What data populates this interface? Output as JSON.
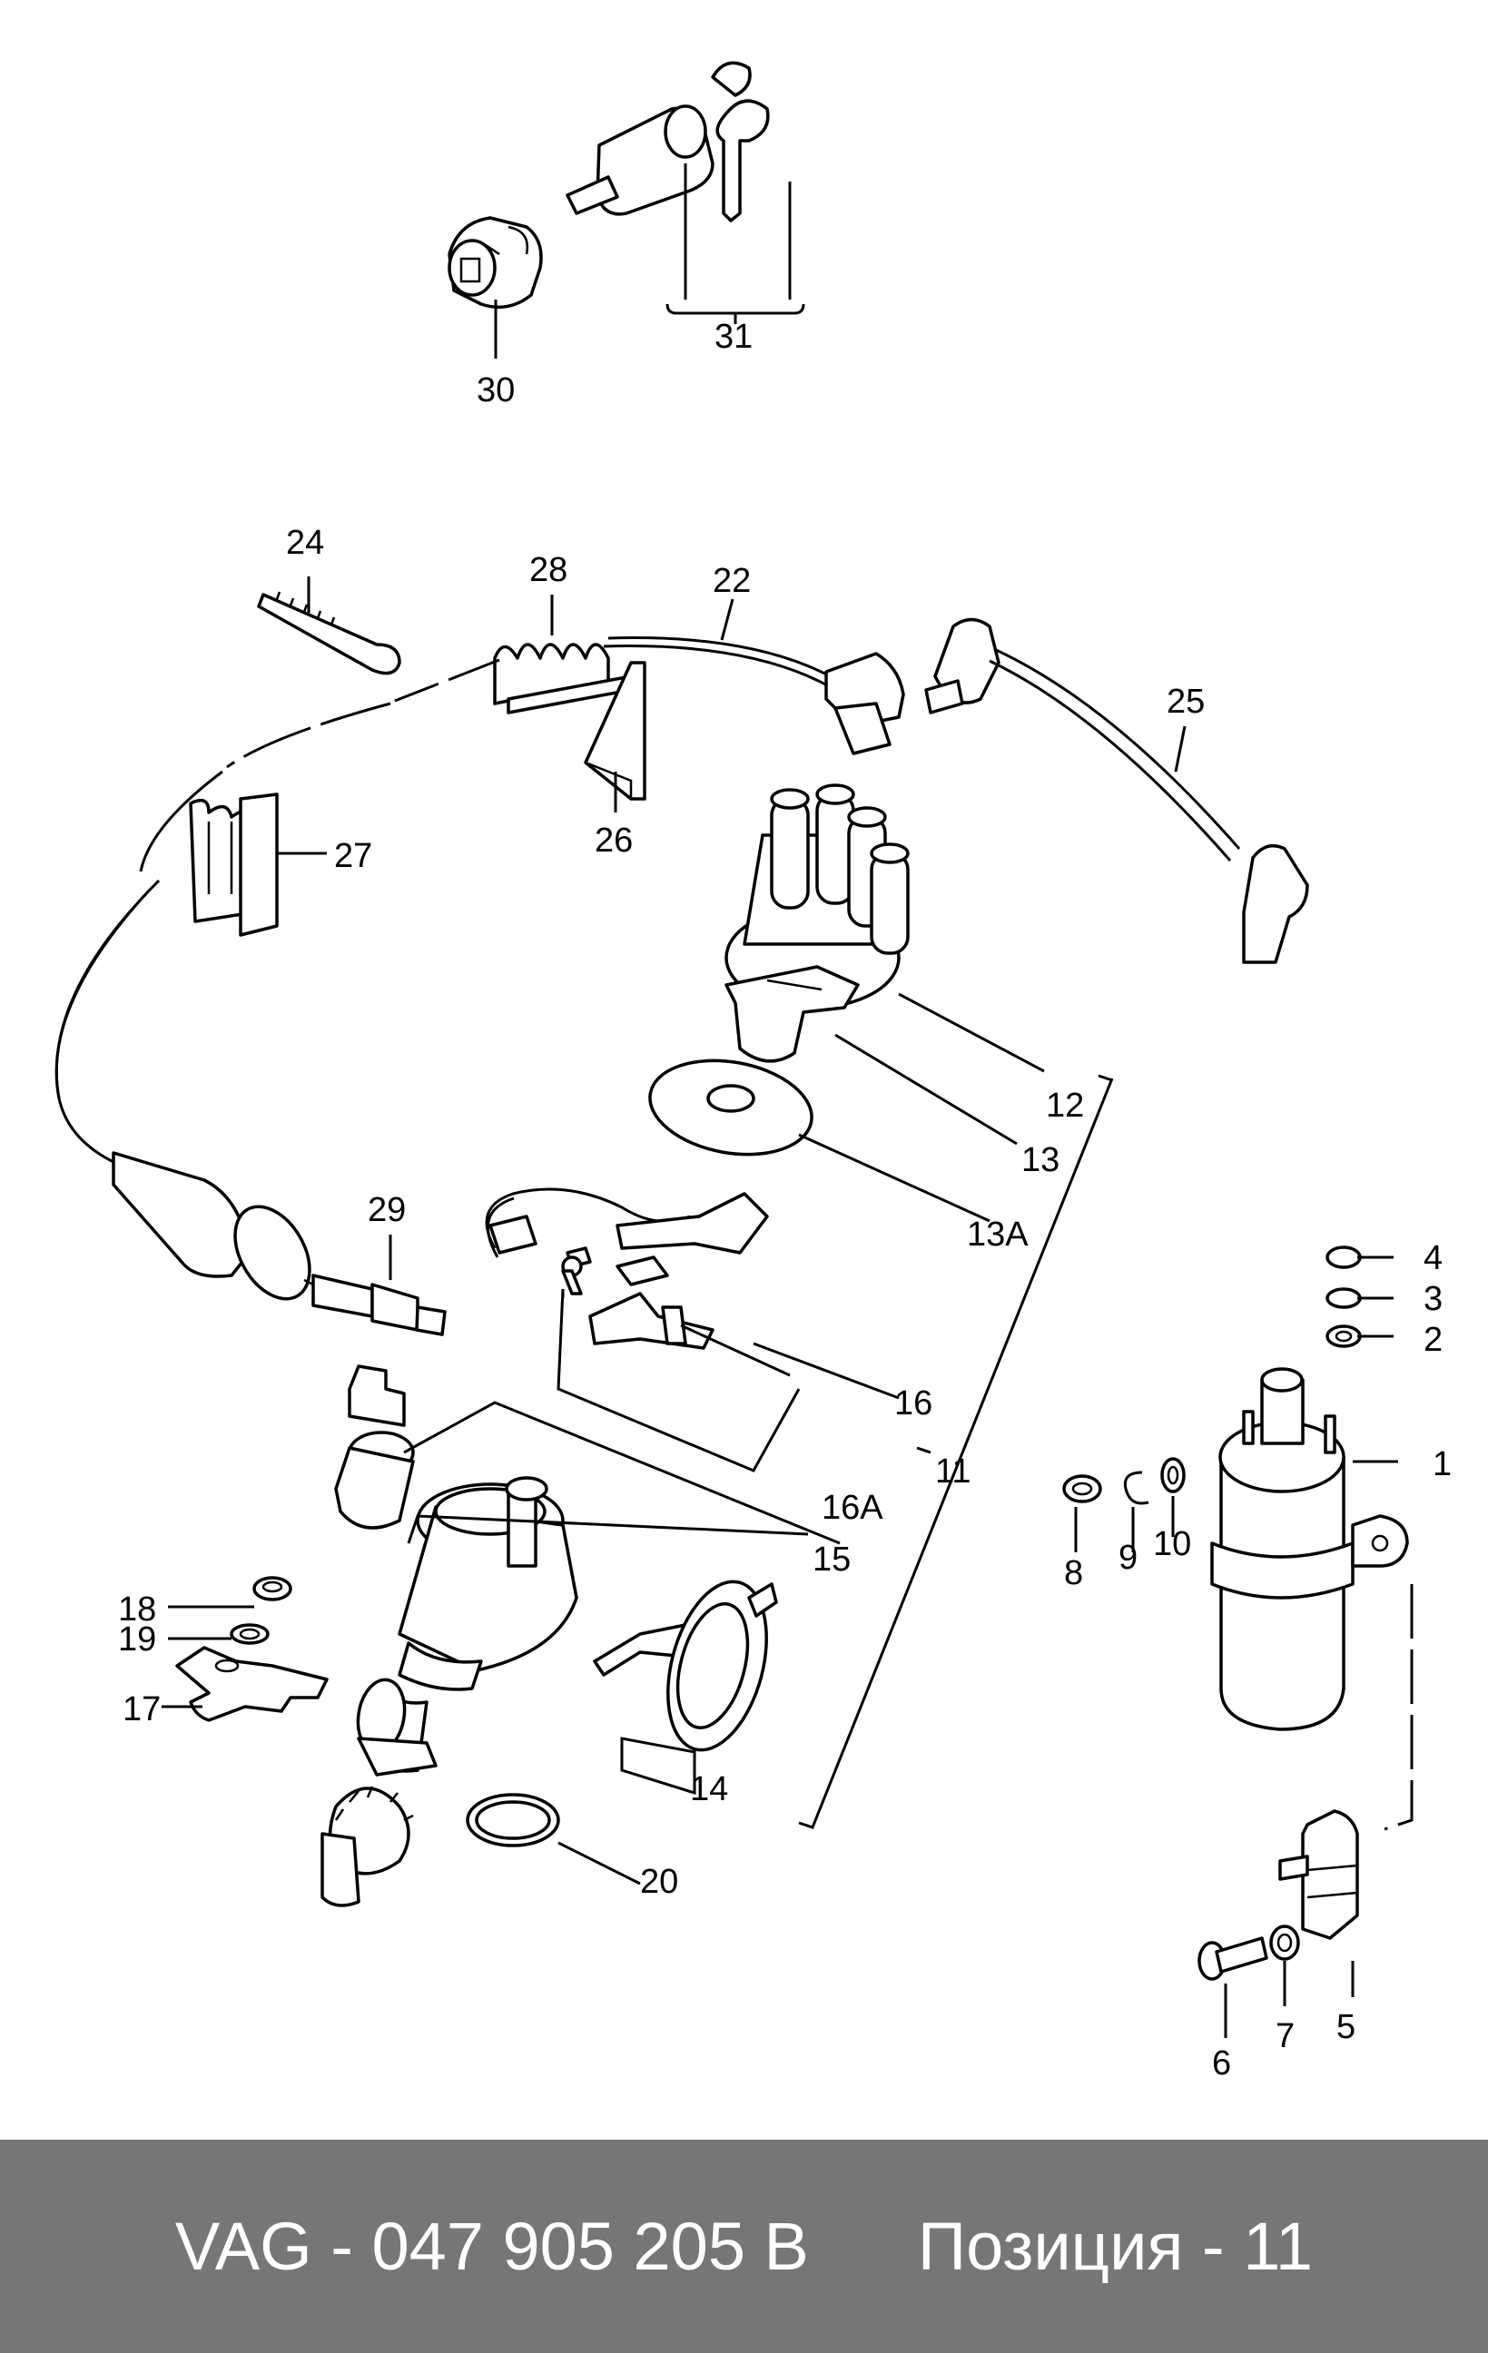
{
  "labels": {
    "l1": "1",
    "l2": "2",
    "l3": "3",
    "l4": "4",
    "l5": "5",
    "l6": "6",
    "l7": "7",
    "l8": "8",
    "l9": "9",
    "l10": "10",
    "l11": "11",
    "l12": "12",
    "l13": "13",
    "l13a": "13A",
    "l14": "14",
    "l15": "15",
    "l16": "16",
    "l16a": "16A",
    "l17": "17",
    "l18": "18",
    "l19": "19",
    "l20": "20",
    "l22": "22",
    "l24": "24",
    "l25": "25",
    "l26": "26",
    "l27": "27",
    "l28": "28",
    "l29": "29",
    "l30": "30",
    "l31": "31"
  },
  "footer": {
    "part_number": "VAG - 047 905 205 B",
    "position": "Позиция - 11"
  },
  "colors": {
    "footer_bg": "#767676",
    "footer_text": "#ffffff",
    "line": "#000000"
  }
}
